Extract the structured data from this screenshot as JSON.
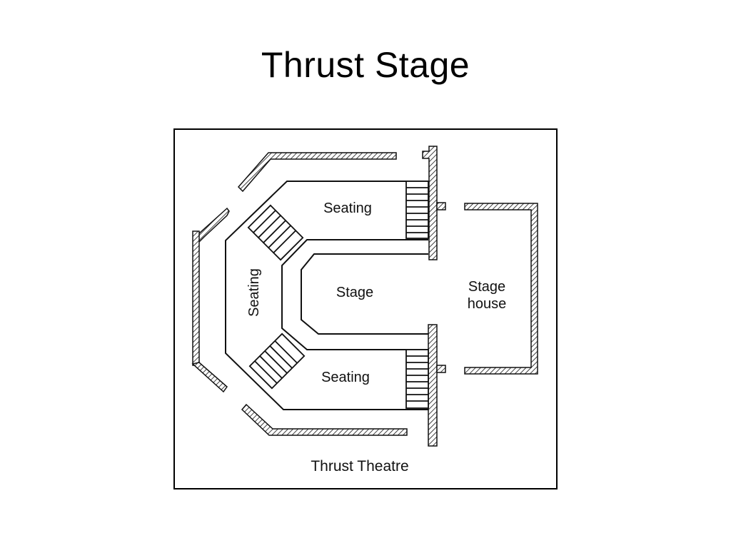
{
  "slide": {
    "title": "Thrust Stage"
  },
  "diagram": {
    "labels": {
      "seating_top": "Seating",
      "seating_left": "Seating",
      "seating_bottom": "Seating",
      "stage": "Stage",
      "stage_house_line1": "Stage",
      "stage_house_line2": "house",
      "caption": "Thrust Theatre"
    }
  }
}
